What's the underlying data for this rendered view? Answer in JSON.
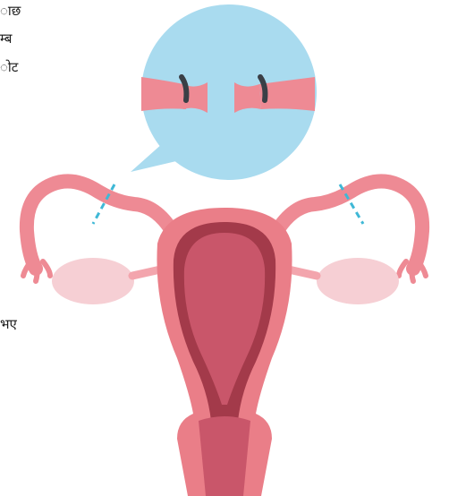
{
  "text_fragments": [
    "ाछ",
    "म्ब",
    "ोट",
    "भए"
  ],
  "colors": {
    "bubble": "#a9dbef",
    "tube_pink": "#ee8a94",
    "tube_light": "#f3a5ad",
    "ovary": "#f6cfd4",
    "uterus_outer": "#ea7e88",
    "uterus_inner": "#a33a4a",
    "cavity": "#c9566a",
    "ligature": "#3a3f46",
    "cut_line": "#3fb8d6"
  },
  "icons": [
    "tube-ligation-zoom-icon",
    "uterus-icon"
  ]
}
